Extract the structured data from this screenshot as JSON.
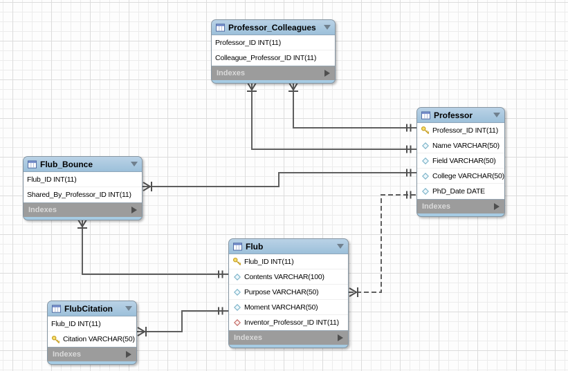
{
  "diagram": {
    "kind": "EER database diagram",
    "footer_label": "Indexes",
    "tables": [
      {
        "name": "Professor_Colleagues",
        "columns": [
          {
            "icon": null,
            "text": "Professor_ID INT(11)"
          },
          {
            "icon": null,
            "text": "Colleague_Professor_ID INT(11)"
          }
        ],
        "footer": "Indexes"
      },
      {
        "name": "Professor",
        "columns": [
          {
            "icon": "primary-key-icon",
            "text": "Professor_ID INT(11)"
          },
          {
            "icon": "column-diamond-icon",
            "text": "Name VARCHAR(50)"
          },
          {
            "icon": "column-diamond-icon",
            "text": "Field VARCHAR(50)"
          },
          {
            "icon": "column-diamond-icon",
            "text": "College VARCHAR(50)"
          },
          {
            "icon": "column-diamond-icon",
            "text": "PhD_Date DATE"
          }
        ],
        "footer": "Indexes"
      },
      {
        "name": "Flub_Bounce",
        "columns": [
          {
            "icon": null,
            "text": "Flub_ID INT(11)"
          },
          {
            "icon": null,
            "text": "Shared_By_Professor_ID INT(11)"
          }
        ],
        "footer": "Indexes"
      },
      {
        "name": "Flub",
        "columns": [
          {
            "icon": "primary-key-icon",
            "text": "Flub_ID INT(11)"
          },
          {
            "icon": "column-diamond-icon",
            "text": "Contents VARCHAR(100)"
          },
          {
            "icon": "column-diamond-icon",
            "text": "Purpose VARCHAR(50)"
          },
          {
            "icon": "column-diamond-icon",
            "text": "Moment VARCHAR(50)"
          },
          {
            "icon": "foreign-key-diamond-icon",
            "text": "Inventor_Professor_ID INT(11)"
          }
        ],
        "footer": "Indexes"
      },
      {
        "name": "FlubCitation",
        "columns": [
          {
            "icon": null,
            "text": "Flub_ID INT(11)"
          },
          {
            "icon": "primary-key-icon",
            "text": "Citation VARCHAR(50)"
          }
        ],
        "footer": "Indexes"
      }
    ],
    "relationships": [
      {
        "from": "Professor_Colleagues",
        "to": "Professor",
        "line": "solid",
        "from_end": "many-mandatory",
        "to_end": "one-mandatory"
      },
      {
        "from": "Professor_Colleagues",
        "to": "Professor",
        "line": "solid",
        "from_end": "many-mandatory",
        "to_end": "one-mandatory"
      },
      {
        "from": "Flub_Bounce",
        "to": "Professor",
        "line": "solid",
        "from_end": "many-mandatory",
        "to_end": "one-mandatory"
      },
      {
        "from": "Flub_Bounce",
        "to": "Flub",
        "line": "solid",
        "from_end": "many-mandatory",
        "to_end": "one-mandatory"
      },
      {
        "from": "FlubCitation",
        "to": "Flub",
        "line": "solid",
        "from_end": "many-mandatory",
        "to_end": "one-mandatory"
      },
      {
        "from": "Flub",
        "to": "Professor",
        "line": "dashed",
        "from_end": "many-mandatory",
        "to_end": "one-mandatory"
      }
    ],
    "colors": {
      "table_header": "#aac8df",
      "table_footer_strip": "#a6cbe3",
      "indexes_bar": "#9c9c9c",
      "connector_line": "#5e5e5e",
      "grid_minor": "#ececec",
      "grid_major": "#dcdcdc",
      "primary_key_gold": "#f7e06e",
      "column_diamond_blue": "#79b2c8",
      "foreign_key_diamond_red": "#c2655f"
    }
  }
}
